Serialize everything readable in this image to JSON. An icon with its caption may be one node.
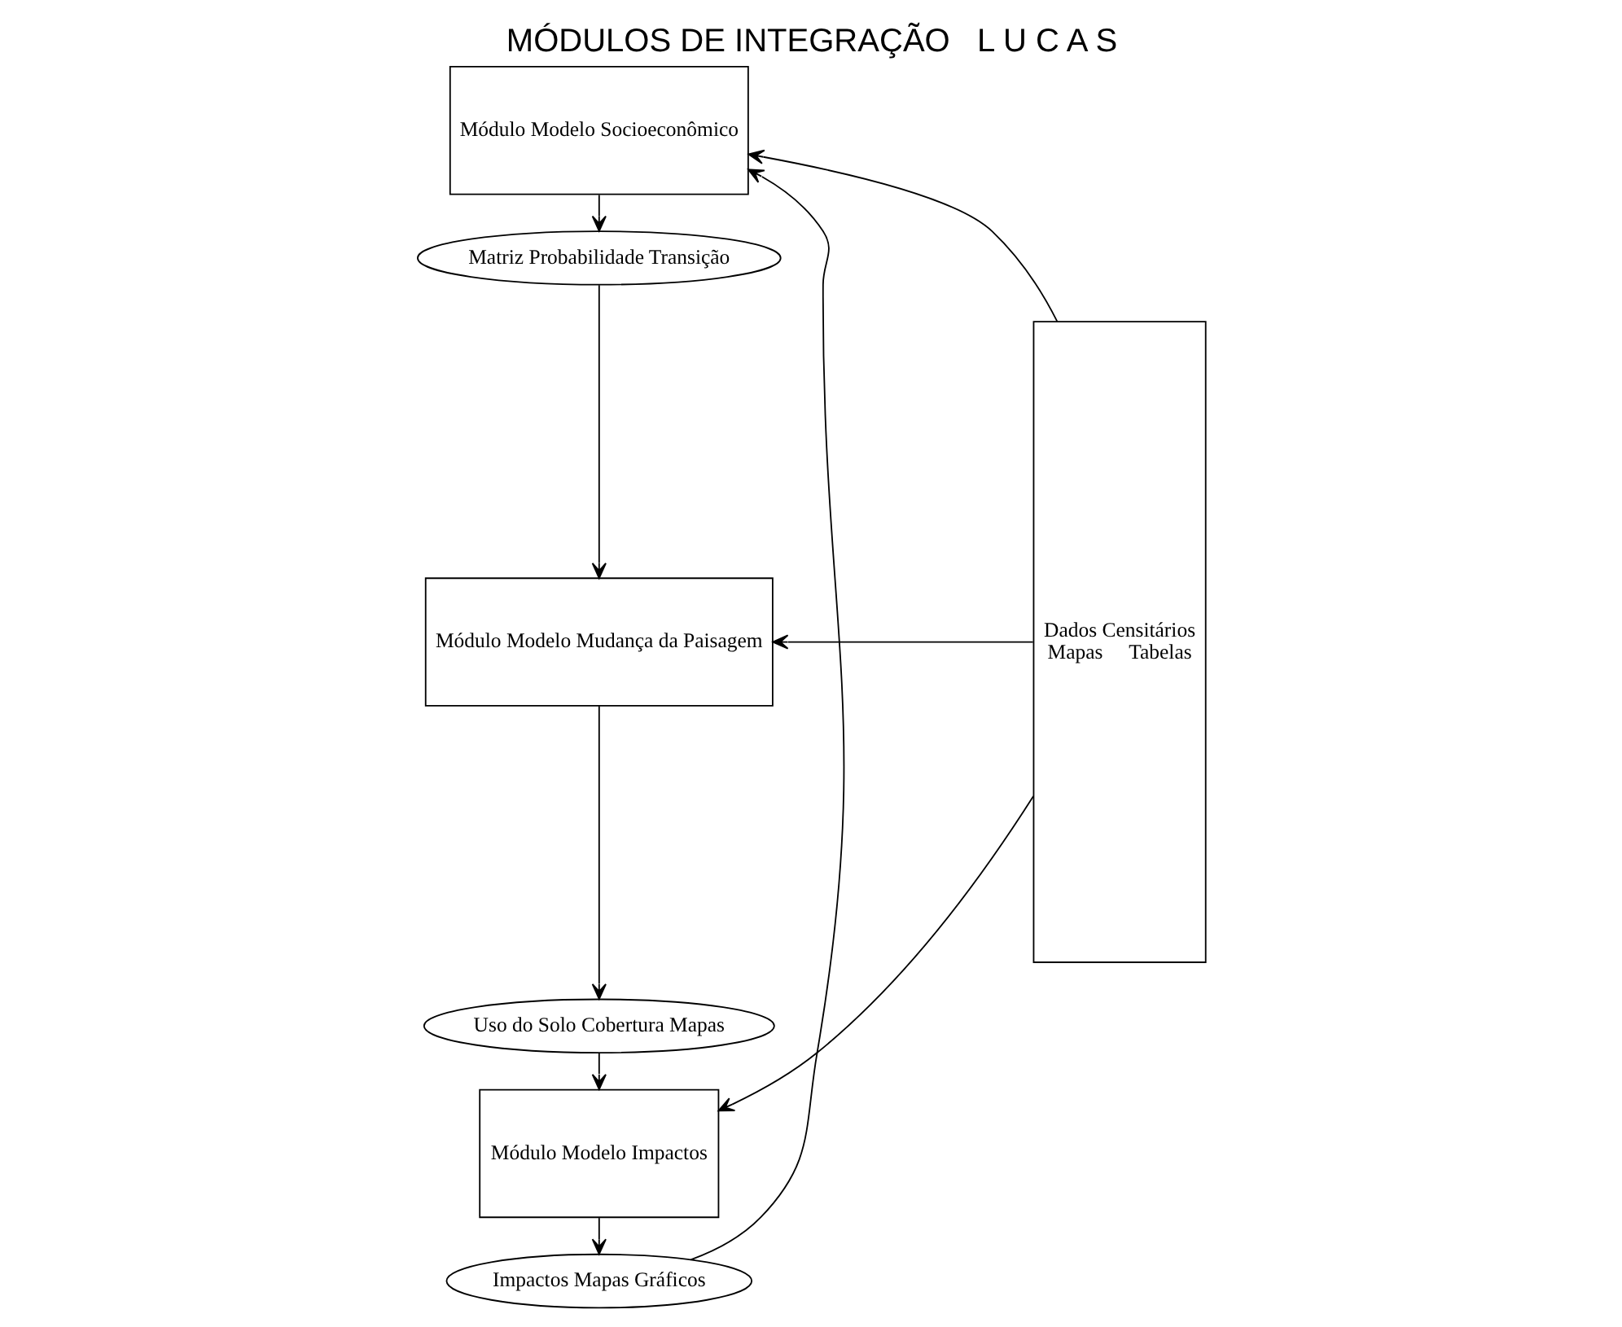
{
  "diagram": {
    "title": "MÓDULOS DE INTEGRAÇÃO   L U C A S",
    "nodes": [
      {
        "text": [
          "Módulo Modelo Socioeconômico"
        ]
      },
      {
        "text": [
          "Matriz Probabilidade Transição"
        ]
      },
      {
        "text": [
          "Módulo Modelo Mudança da Paisagem"
        ]
      },
      {
        "text": [
          "Uso do Solo Cobertura Mapas"
        ]
      },
      {
        "text": [
          "Módulo Modelo Impactos"
        ]
      },
      {
        "text": [
          "Impactos Mapas Gráficos"
        ]
      },
      {
        "text": [
          "Dados Censitários",
          "Mapas     Tabelas"
        ]
      }
    ],
    "edges": [
      {
        "from": 0,
        "to": 1,
        "arrow": "to"
      },
      {
        "from": 1,
        "to": 2,
        "arrow": "to"
      },
      {
        "from": 2,
        "to": 3,
        "arrow": "to"
      },
      {
        "from": 3,
        "to": 4,
        "arrow": "to"
      },
      {
        "from": 4,
        "to": 5,
        "arrow": "to"
      },
      {
        "from": 5,
        "to": 0,
        "arrow": "to"
      },
      {
        "from": 6,
        "to": 0,
        "arrow": "to"
      },
      {
        "from": 6,
        "to": 2,
        "arrow": "to"
      },
      {
        "from": 6,
        "to": 4,
        "arrow": "to"
      }
    ]
  }
}
